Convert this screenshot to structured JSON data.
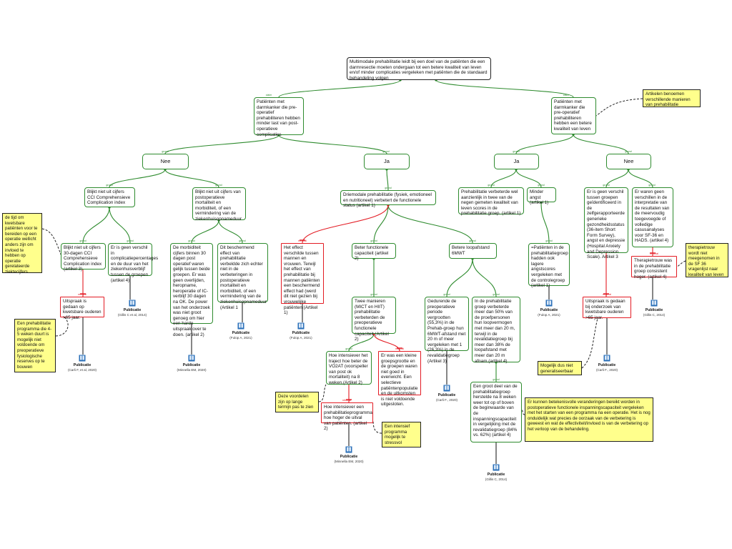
{
  "nodes": {
    "root": "Multimodale prehabilitatie leidt bij een doel van de patiënten die een darmresectie moeten ondergaan tot een betere kwaliteit van leven en/of minder complicaties vergeleken met patiënten die de standaard behandeling volgen",
    "left_claim": "Patiënten met darmkanker die pre-operatief prehabiliteren hebben minder last van post-operatieve complicaties",
    "right_claim": "Patiënten met darmkanker die pre-operatief prehabiliteren hebben een betere kwaliteit van leven",
    "nee1": "Nee",
    "ja1": "Ja",
    "ja2": "Ja",
    "nee2": "Nee",
    "cci": "Blijkt niet uit cijfers CCI Comprehensieve Complication index",
    "morb": "Blijkt niet uit cijfers van postoperatieve mortaliteit en morbiditeit, of een vermindering van de ziekenhuisopnameduur",
    "trimodal": "Driemodale prehabilitatie (fysiek, emotioneel en nutritioneel) verbetert de functionele status (artikel 1)",
    "qol_score": "Prehabilitatie verbeterde wel aanzienlijk in twee van de negen gemeten kwaliteit van leven scores in de prehabilitatie groep. (artikel 1)",
    "less_fear": "Minder angst (artikel 1)",
    "no_diff_qol": "Er is geen verschil tussen groepen geïdentificeerd in de zelfgerapporteerde generieke gezondheidsstatus (36-item Short Form Survey), angst en depressie (Hospital Anxiety and Depression Scale). Artikel 3",
    "sf36_diff": "Er waren geen verschillen in de interpretatie van de resultaten van de meervoudig toegevoegde of volledige casusanalyses voor SF-36 en HADS. (artikel 4)",
    "cci30": "Blijkt niet uit cijfers 30-dagen CCI Comprehensieve Complication index (artikel 3)",
    "no_complic": "Er is geen verschil in complicatiepercentages en de duur van het ziekenhuisverblijf tussen de groepen (artikel 4)",
    "morb_detail": "De morbiditeit cijfers binnen 30 dagen post operatief waren gelijk tussen beide groepen. Er was geen overlijden, heropname, heroperatie of IC-verblijf 30 dagen na OK. De power van het onderzoek was niet groot genoeg om hier een harde uitspraak over te doen. (artikel 2)",
    "no_effect": "Dit beschermend effect van prehabilitatie verbeldde zich echter niet in de verbeteringen in postoperatieve mortaliteit en morbiditeit, of een vermindering van de ziekenhuisopnameduur (Artikel 1",
    "effect_diff": "Het effect verschilde tussen mannen en vrouwen. Terwijl het effect van prehabilitatie bij mannen patiënten een beschermend effect had (werd dit niet gezien bij vrouwelijke patiënten (Artikel 1)",
    "func_cap": "Beter functionele capaciteit (artikel 2)",
    "walk": "Betere loopafstand 6MWT",
    "reg_limited": "Uitspraak is gedaan op kwetsbare ouderen >65 jaar.",
    "uitspraak2": "Uitspraak is gedaan bij onderzoek van kwetsbare ouderen >65 jaar.",
    "reg_less_fear": "=Patiënten in de prehabilitatiegroep hadden ook lagere angstscores vergeleken met de controlegroep (artikel 1)",
    "therapy_fit": "Therapietrouw was in de prehabilitatie groep consistent hoger. (artikel 4)",
    "two_ways": "Twee manieren (MICT en HIIT) prehabilitatie verbeterden de preoperatieve functionele capaciteit (Artikel 2)",
    "during": "Gedurende de preoperatieve periode vergrootten (55,3%) in de Prehab-groep hun 6MWT-afstand met 20 m of meer vergeleken met 1 (26,3%) in de revalidatiegroep (Artikel 3)",
    "rehab_group": "In de prehabilitatie groep verbeterde meer dan 50% van de proefpersonen hun loopvermogen met meer dan 20 m, terwijl in de revalidatiegroep bij meer dan 38% de loopafstand met meer dan 20 m afnam.(artikel 4)",
    "intensive_hiit": "Hoe intensiever het traject hoe beter de VO2AT (voorspeller van post ok mortaliteit) na 8 weken.(Artikel 2)",
    "small_groups": "Er was een kleine groepsgrootte en de groepen waren niet goed in evenwicht. Een selectieve patiëntenpopulatie en de uitkomsten is niet voldoende uitgesloten.",
    "large_part": "Een groot deel van de prehabilitatiegroep herstelde na 8 weken weer tot op of boven de beginwaarde van de inspanningscapaciteit in vergelijking met de revalidatiegroep (84% vs. 62%) (artikel 4)",
    "intensive_prog": "Hoe intensiever een prehabilitatieprogramma hoe hoger de uitval van patiënten. (artikel 2)"
  },
  "notes": {
    "articles": "Artikelen benoemen verschillende manieren van prehabilitatie",
    "time": "de tijd om kwetsbare patiënten voor te bereiden op een operatie wellicht anders zijn om invloed te hebben op operatie gerelateerde ziektecijfers",
    "prehab_4_5": "Een prehabilitatie programma die 4-5 weken duurt is mogelijk niet voldoende om preoperatieve fysiologische reserves op te bouwen",
    "long_term": "Deze voordelen zijn op lange termijn pas te zien",
    "stressful": "Een intensief programma mogelijk te stressvol",
    "not_general": "Mogelijk dus niet generaliseerbaar",
    "therapy_trust": "therapietrouw wordt niet meegenomen in de SF 36 vragenlijst naar kwaliteit van leven",
    "meaningful": "Er kunnen betekenisvolle veranderingen bereikt worden in postoperatieve functionele inspanningscapaciteit vergeleken met het starten van een programma na een operatie. Het is nog onduidelijk wat precies de oorzaak van de verbetering is geweest en wat de effectiviteit/invloed is van de verbetering op het verloop van de behandeling."
  },
  "tags": {
    "claim": "claim",
    "ground": "grond",
    "rebuttal": "rebuttal",
    "rebuttal_rule": "rebuttal"
  },
  "publication": {
    "label": "Publicatie",
    "refs": {
      "carli_1": "(Carli F, et al, 2020)",
      "gillis_1": "(Gillis C et al, 2014)",
      "minnella_1": "(Minnella EM, 2020)",
      "fulop_1": "(Fulop A, 2021)",
      "fulop_2": "(Fulop A, 2021)",
      "minnella_2": "(Minnella EM, 2020)",
      "carli_2": "(Carli F., 2020)",
      "gillis_2": "(Gillis C, 2014)",
      "fulop_3": "(Fulop A, 2021)",
      "carli_3": "(Carli F., 2020)",
      "gillis_3": "(Gillis C, 2014)"
    }
  },
  "colors": {
    "support": "#2e8b2e",
    "rebuttal": "#e31b23",
    "note_bg": "#ffff8c",
    "publication_icon": "#2a6fb8"
  }
}
